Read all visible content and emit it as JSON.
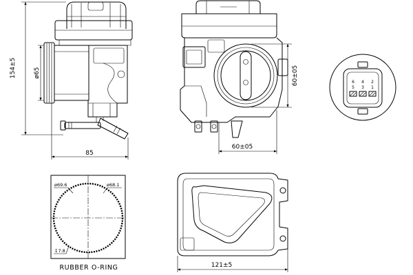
{
  "colors": {
    "line": "#000000",
    "background": "#ffffff"
  },
  "drawing": {
    "side_view": {
      "height_dim": "154±5",
      "bore_dia": "ø65",
      "width_dim": "85"
    },
    "front_view": {
      "vertical_dim": "60±05",
      "horizontal_dim": "60±05"
    },
    "connector": {
      "pins": [
        {
          "top": "6",
          "bottom": "5"
        },
        {
          "top": "4",
          "bottom": "3"
        },
        {
          "top": "2",
          "bottom": "1"
        }
      ]
    },
    "o_ring_view": {
      "outer_dia": "ø69.6",
      "inner_dia": "ø68.1",
      "depth": "↧7.8",
      "caption": "RUBBER O-RING"
    },
    "flange_view": {
      "width_dim": "121±5"
    }
  }
}
